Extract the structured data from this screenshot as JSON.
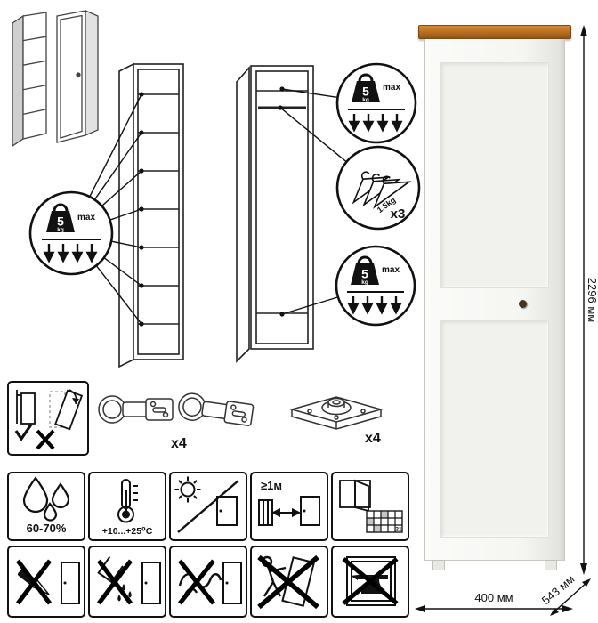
{
  "load_badge": {
    "value": "5",
    "unit": "kg",
    "limit": "max"
  },
  "hanger_badge": {
    "weight": "1.5kg",
    "count": "x3"
  },
  "hardware": {
    "hinges_count": "x4",
    "legs_count": "x4"
  },
  "dimensions": {
    "height": "2296 мм",
    "width": "400 мм",
    "depth": "543 мм"
  },
  "care": {
    "humidity": "60-70%",
    "temperature": "+10...+25⁰C",
    "min_distance": "≥1м",
    "calendar_day": "21"
  }
}
